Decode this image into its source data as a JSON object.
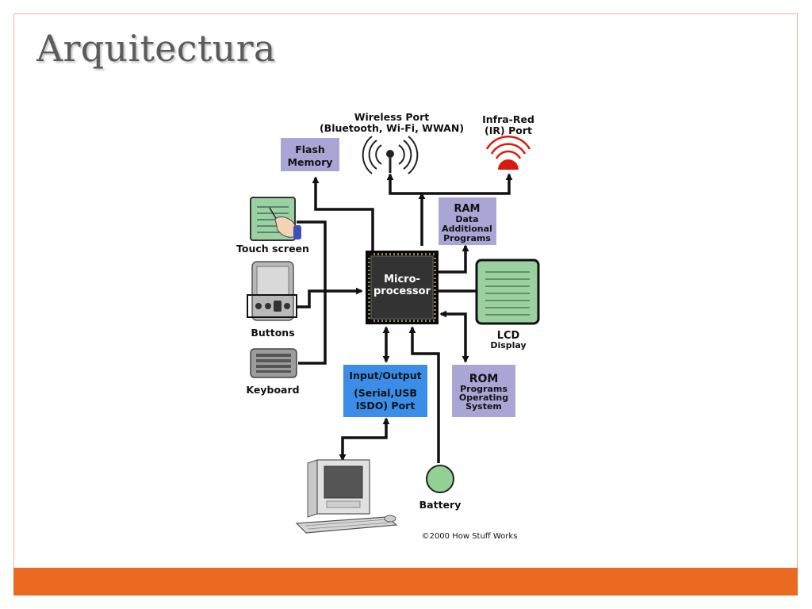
{
  "title": "Arquitectura",
  "diagram": {
    "flash": [
      "Flash",
      "Memory"
    ],
    "wireless": [
      "Wireless Port",
      "(Bluetooth, Wi-Fi, WWAN)"
    ],
    "infrared": [
      "Infra-Red",
      "(IR) Port"
    ],
    "ram": [
      "RAM",
      "Data",
      "Additional",
      "Programs"
    ],
    "touch_screen": "Touch screen",
    "buttons": "Buttons",
    "keyboard": "Keyboard",
    "cpu": [
      "Micro-",
      "processor"
    ],
    "lcd": [
      "LCD",
      "Display"
    ],
    "io": [
      "Input/Output",
      "(Serial,USB",
      "ISDO) Port"
    ],
    "rom": [
      "ROM",
      "Programs",
      "Operating",
      "System"
    ],
    "battery": "Battery",
    "copyright": "©2000 How Stuff Works"
  },
  "colors": {
    "accent_bar": "#ea6a22",
    "lavender_box": "#a9a6d6",
    "io_box": "#3b8ee8",
    "screen_green": "#9bd1a1",
    "battery_green": "#93d094",
    "ir_red": "#d81b10"
  }
}
